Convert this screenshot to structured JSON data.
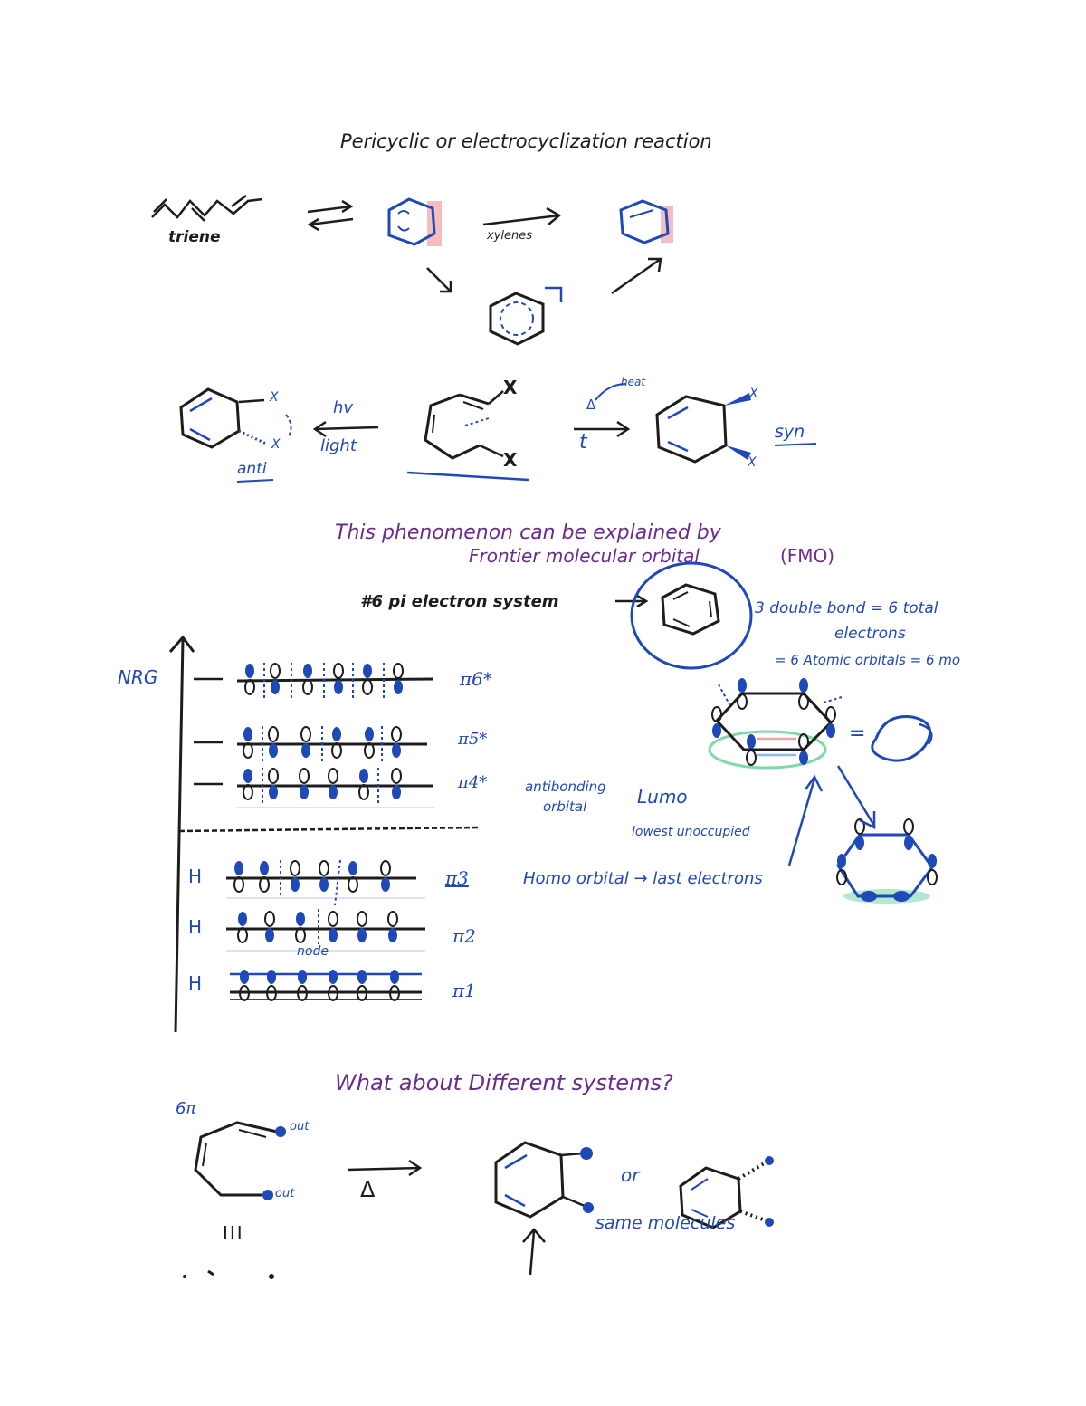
{
  "title": "Pericyclic or electrocyclization reaction",
  "top": {
    "triene": "triene",
    "xylenes": "xylenes"
  },
  "stereo": {
    "x1": "X",
    "x2": "X",
    "x3": "X",
    "x4": "X",
    "x5": "X",
    "x6": "X",
    "hv": "hv",
    "light": "light",
    "anti": "anti",
    "delta": "Δ",
    "heat": "heat",
    "t": "t",
    "syn": "syn"
  },
  "fmo": {
    "phenomenon": "This phenomenon can be explained by",
    "frontier": "Frontier molecular orbital",
    "fmo_abbr": "(FMO)",
    "pi_system": "#6 pi electron system",
    "double_bonds": "3 double bond = 6 total",
    "electrons": "electrons",
    "atomic_orbitals": "= 6 Atomic orbitals = 6 mo",
    "nrg": "NRG",
    "levels": {
      "pi6": "π6*",
      "pi5": "π5*",
      "pi4": "π4*",
      "pi3": "π3",
      "pi2": "π2",
      "pi1": "π1",
      "e1": "H",
      "e2": "H",
      "e3": "H"
    },
    "antibonding": "antibonding",
    "orbital": "orbital",
    "lumo": "Lumo",
    "lowest_unoccupied": "lowest unoccupied",
    "homo": "Homo orbital → last electrons",
    "node": "node",
    "eq": "="
  },
  "different": {
    "heading": "What about Different systems?",
    "six_pi": "6π",
    "out1": "out",
    "out2": "out",
    "delta": "Δ",
    "or": "or",
    "same_molecules": "same molecules",
    "bars": "III"
  },
  "colors": {
    "ink_black": "#1d1d1d",
    "ink_blue": "#1f49b8",
    "ink_purple": "#6a2a8e",
    "highlight_pink": "#f0a3a3",
    "highlight_green": "#7fd9a8"
  }
}
